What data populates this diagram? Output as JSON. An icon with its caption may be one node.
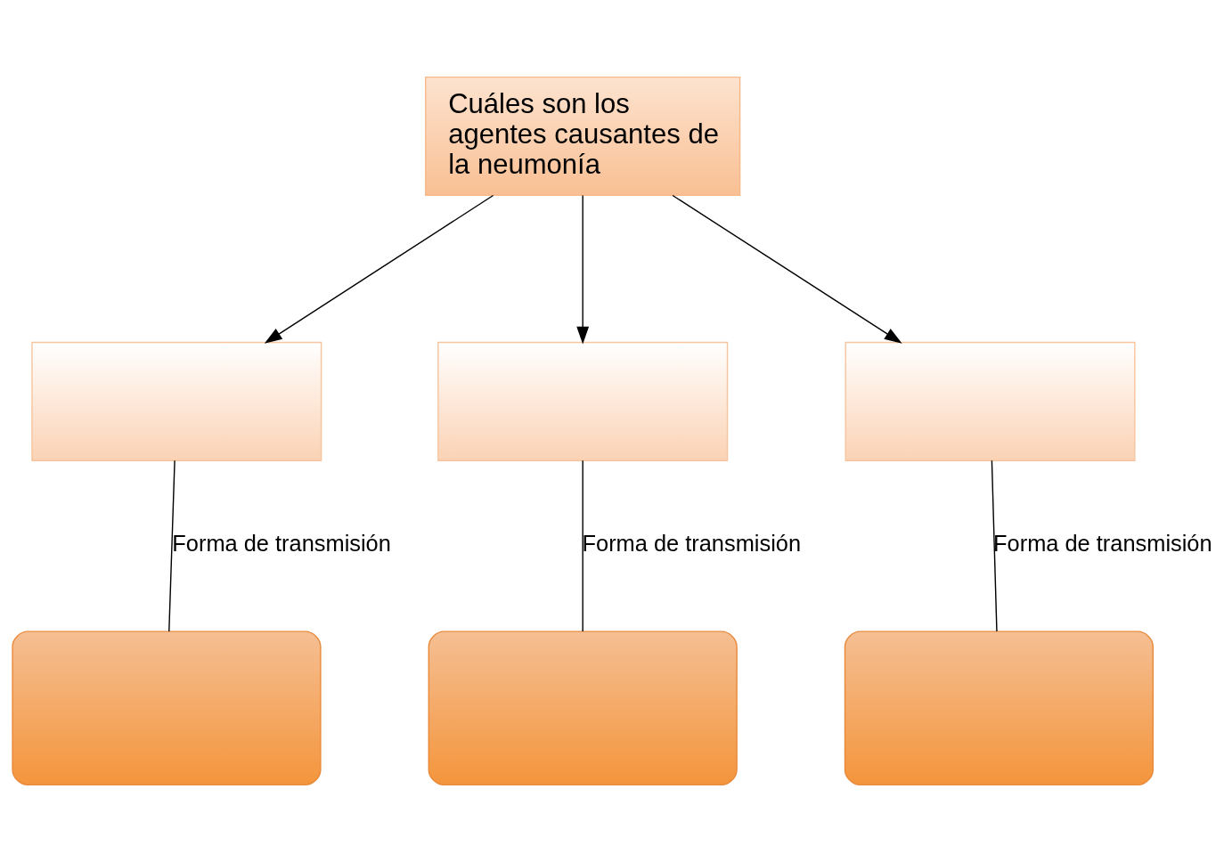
{
  "diagram": {
    "nodes": [
      {
        "text": [
          "Cuáles son los agentes causantes de la neumonía"
        ]
      },
      {
        "text": [],
        "shape": "box"
      },
      {
        "text": [],
        "shape": "box"
      },
      {
        "text": [],
        "shape": "box"
      },
      {
        "text": [],
        "shape": "box"
      },
      {
        "text": [],
        "shape": "box"
      },
      {
        "text": [],
        "shape": "box"
      }
    ],
    "edges": [
      {
        "from": 0,
        "to": 1,
        "arrow": "to"
      },
      {
        "from": 0,
        "to": 2,
        "arrow": "to"
      },
      {
        "from": 0,
        "to": 3,
        "arrow": "to"
      },
      {
        "from": 1,
        "to": 4,
        "arrow": "none",
        "label": "Forma de transmisión"
      },
      {
        "from": 2,
        "to": 5,
        "arrow": "none",
        "label": "Forma de transmisión"
      },
      {
        "from": 3,
        "to": 6,
        "arrow": "none",
        "label": "Forma de transmisión"
      }
    ]
  }
}
